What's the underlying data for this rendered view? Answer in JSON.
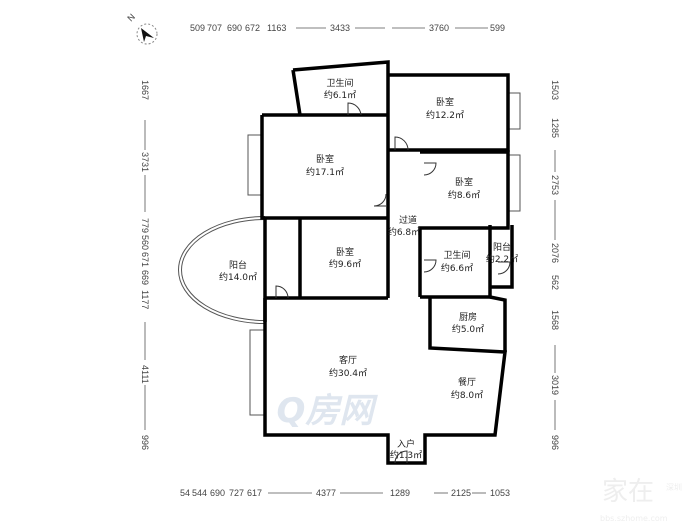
{
  "compass": {
    "label": "N"
  },
  "dimensions": {
    "top": [
      "509",
      "707",
      "690",
      "672",
      "1163",
      "3433",
      "3760",
      "599"
    ],
    "bottom": [
      "54",
      "544",
      "690",
      "727",
      "617",
      "4377",
      "1289",
      "2125",
      "1053"
    ],
    "left": [
      "1667",
      "3731",
      "779",
      "560",
      "671",
      "669",
      "1177",
      "4111",
      "996"
    ],
    "right": [
      "1503",
      "1285",
      "2753",
      "2076",
      "562",
      "1568",
      "3019",
      "996"
    ]
  },
  "rooms": [
    {
      "name": "卫生间",
      "area": "约6.1㎡"
    },
    {
      "name": "卧室",
      "area": "约12.2㎡"
    },
    {
      "name": "卧室",
      "area": "约17.1㎡"
    },
    {
      "name": "卧室",
      "area": "约8.6㎡"
    },
    {
      "name": "过道",
      "area": "约6.8㎡"
    },
    {
      "name": "卧室",
      "area": "约9.6㎡"
    },
    {
      "name": "阳台",
      "area": "约14.0㎡"
    },
    {
      "name": "卫生间",
      "area": "约6.6㎡"
    },
    {
      "name": "阳台",
      "area": "约2.2㎡"
    },
    {
      "name": "厨房",
      "area": "约5.0㎡"
    },
    {
      "name": "客厅",
      "area": "约30.4㎡"
    },
    {
      "name": "餐厅",
      "area": "约8.0㎡"
    },
    {
      "name": "入户",
      "area": "约1.3㎡"
    }
  ],
  "watermarks": {
    "center": "Q房网",
    "corner": "家在",
    "corner_city": "深圳",
    "corner_url": "bbs.szhome.com"
  }
}
